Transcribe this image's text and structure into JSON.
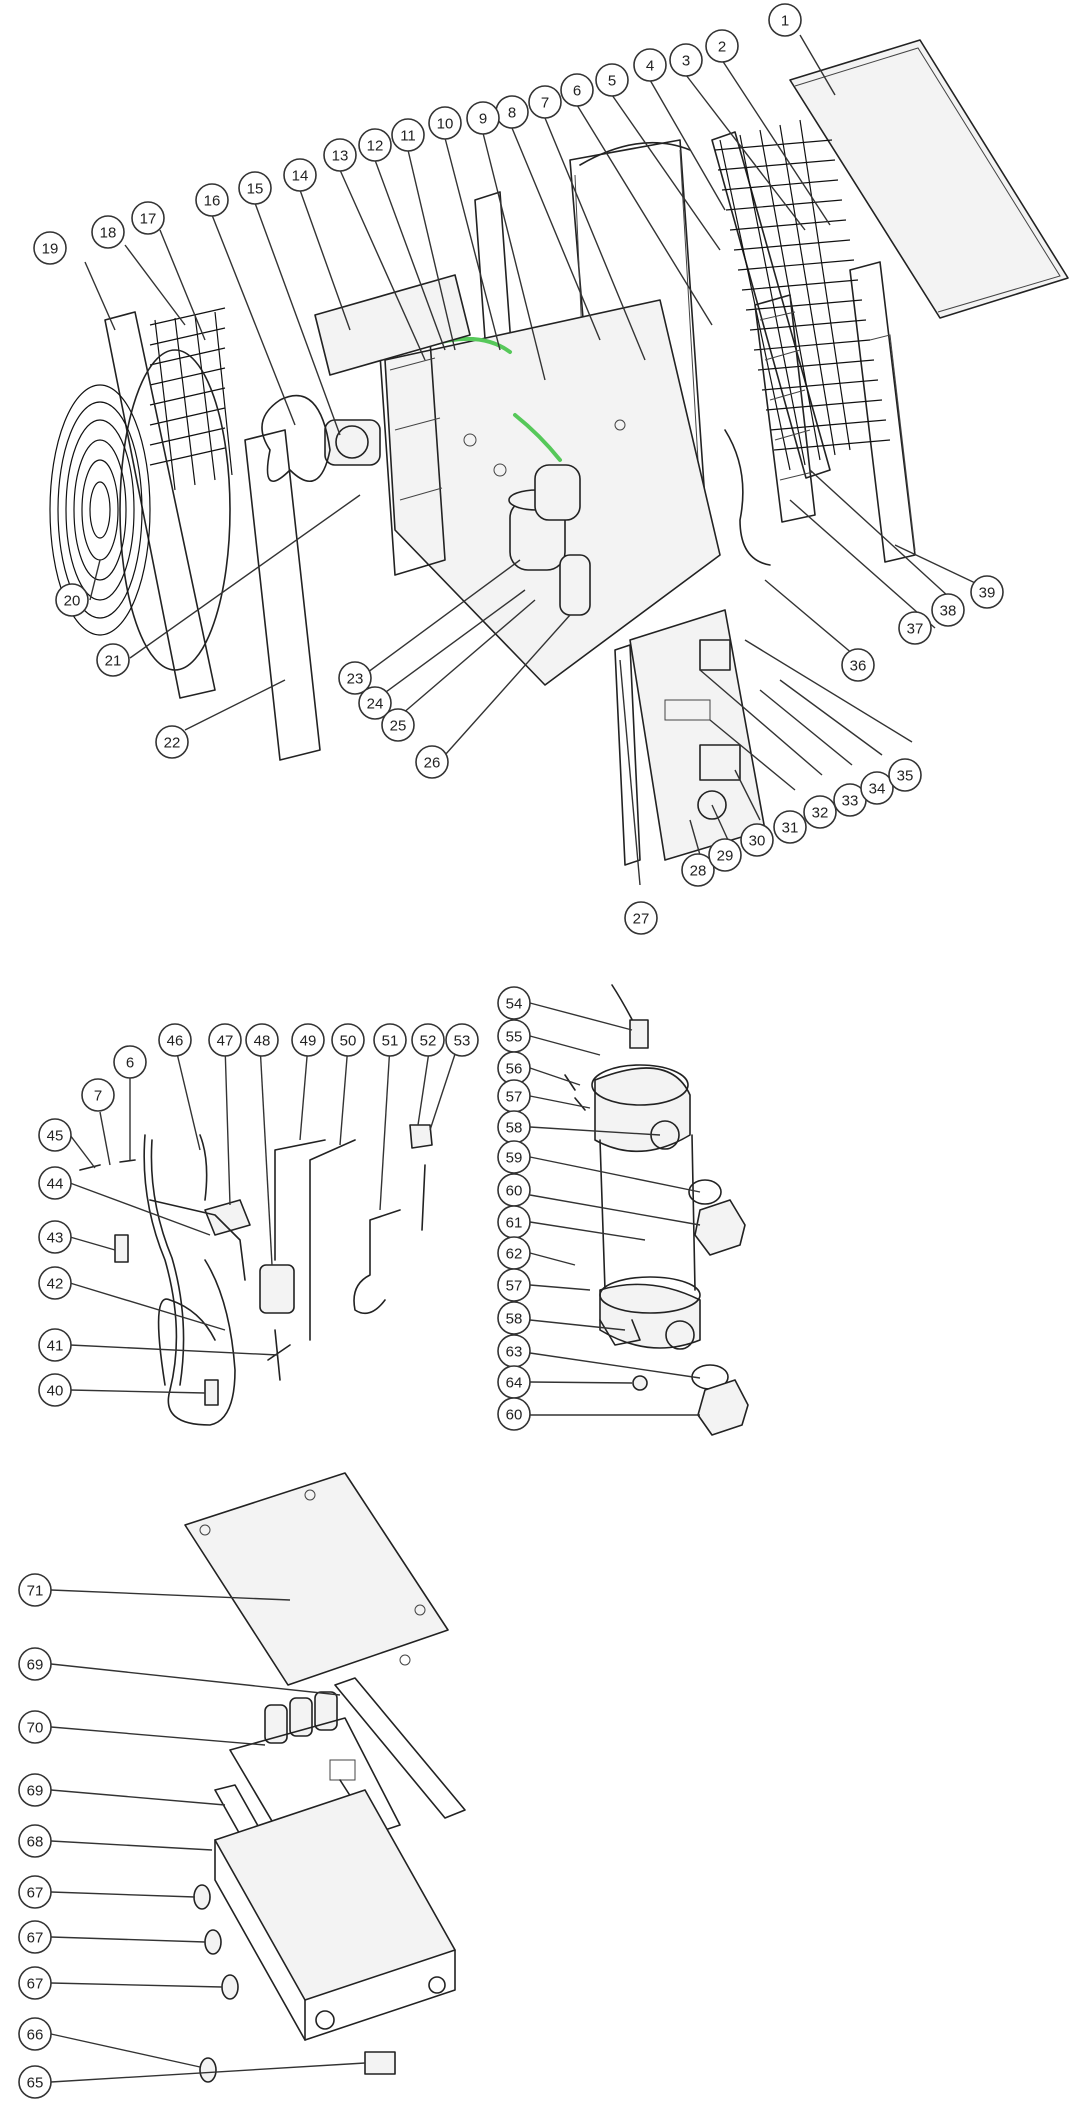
{
  "diagram": {
    "section_top_labels": [
      "1",
      "2",
      "3",
      "4",
      "5",
      "6",
      "7",
      "8",
      "9",
      "10",
      "11",
      "12",
      "13",
      "14",
      "15",
      "16",
      "17",
      "18",
      "19",
      "20",
      "21",
      "22",
      "23",
      "24",
      "25",
      "26",
      "27",
      "28",
      "29",
      "30",
      "31",
      "32",
      "33",
      "34",
      "35",
      "36",
      "37",
      "38",
      "39"
    ],
    "section_refrigerant_labels": [
      "40",
      "41",
      "42",
      "43",
      "44",
      "45",
      "7",
      "6",
      "46",
      "47",
      "48",
      "49",
      "50",
      "51",
      "52",
      "53"
    ],
    "section_compressor_labels": [
      "54",
      "55",
      "56",
      "57",
      "58",
      "59",
      "60",
      "61",
      "62",
      "57",
      "58",
      "63",
      "64",
      "60"
    ],
    "section_electrical_box_labels": [
      "71",
      "69",
      "70",
      "69",
      "68",
      "67",
      "67",
      "67",
      "66",
      "65"
    ],
    "colors": {
      "line": "#222222",
      "pipe_highlight": "#56c85a",
      "background": "#ffffff"
    }
  }
}
